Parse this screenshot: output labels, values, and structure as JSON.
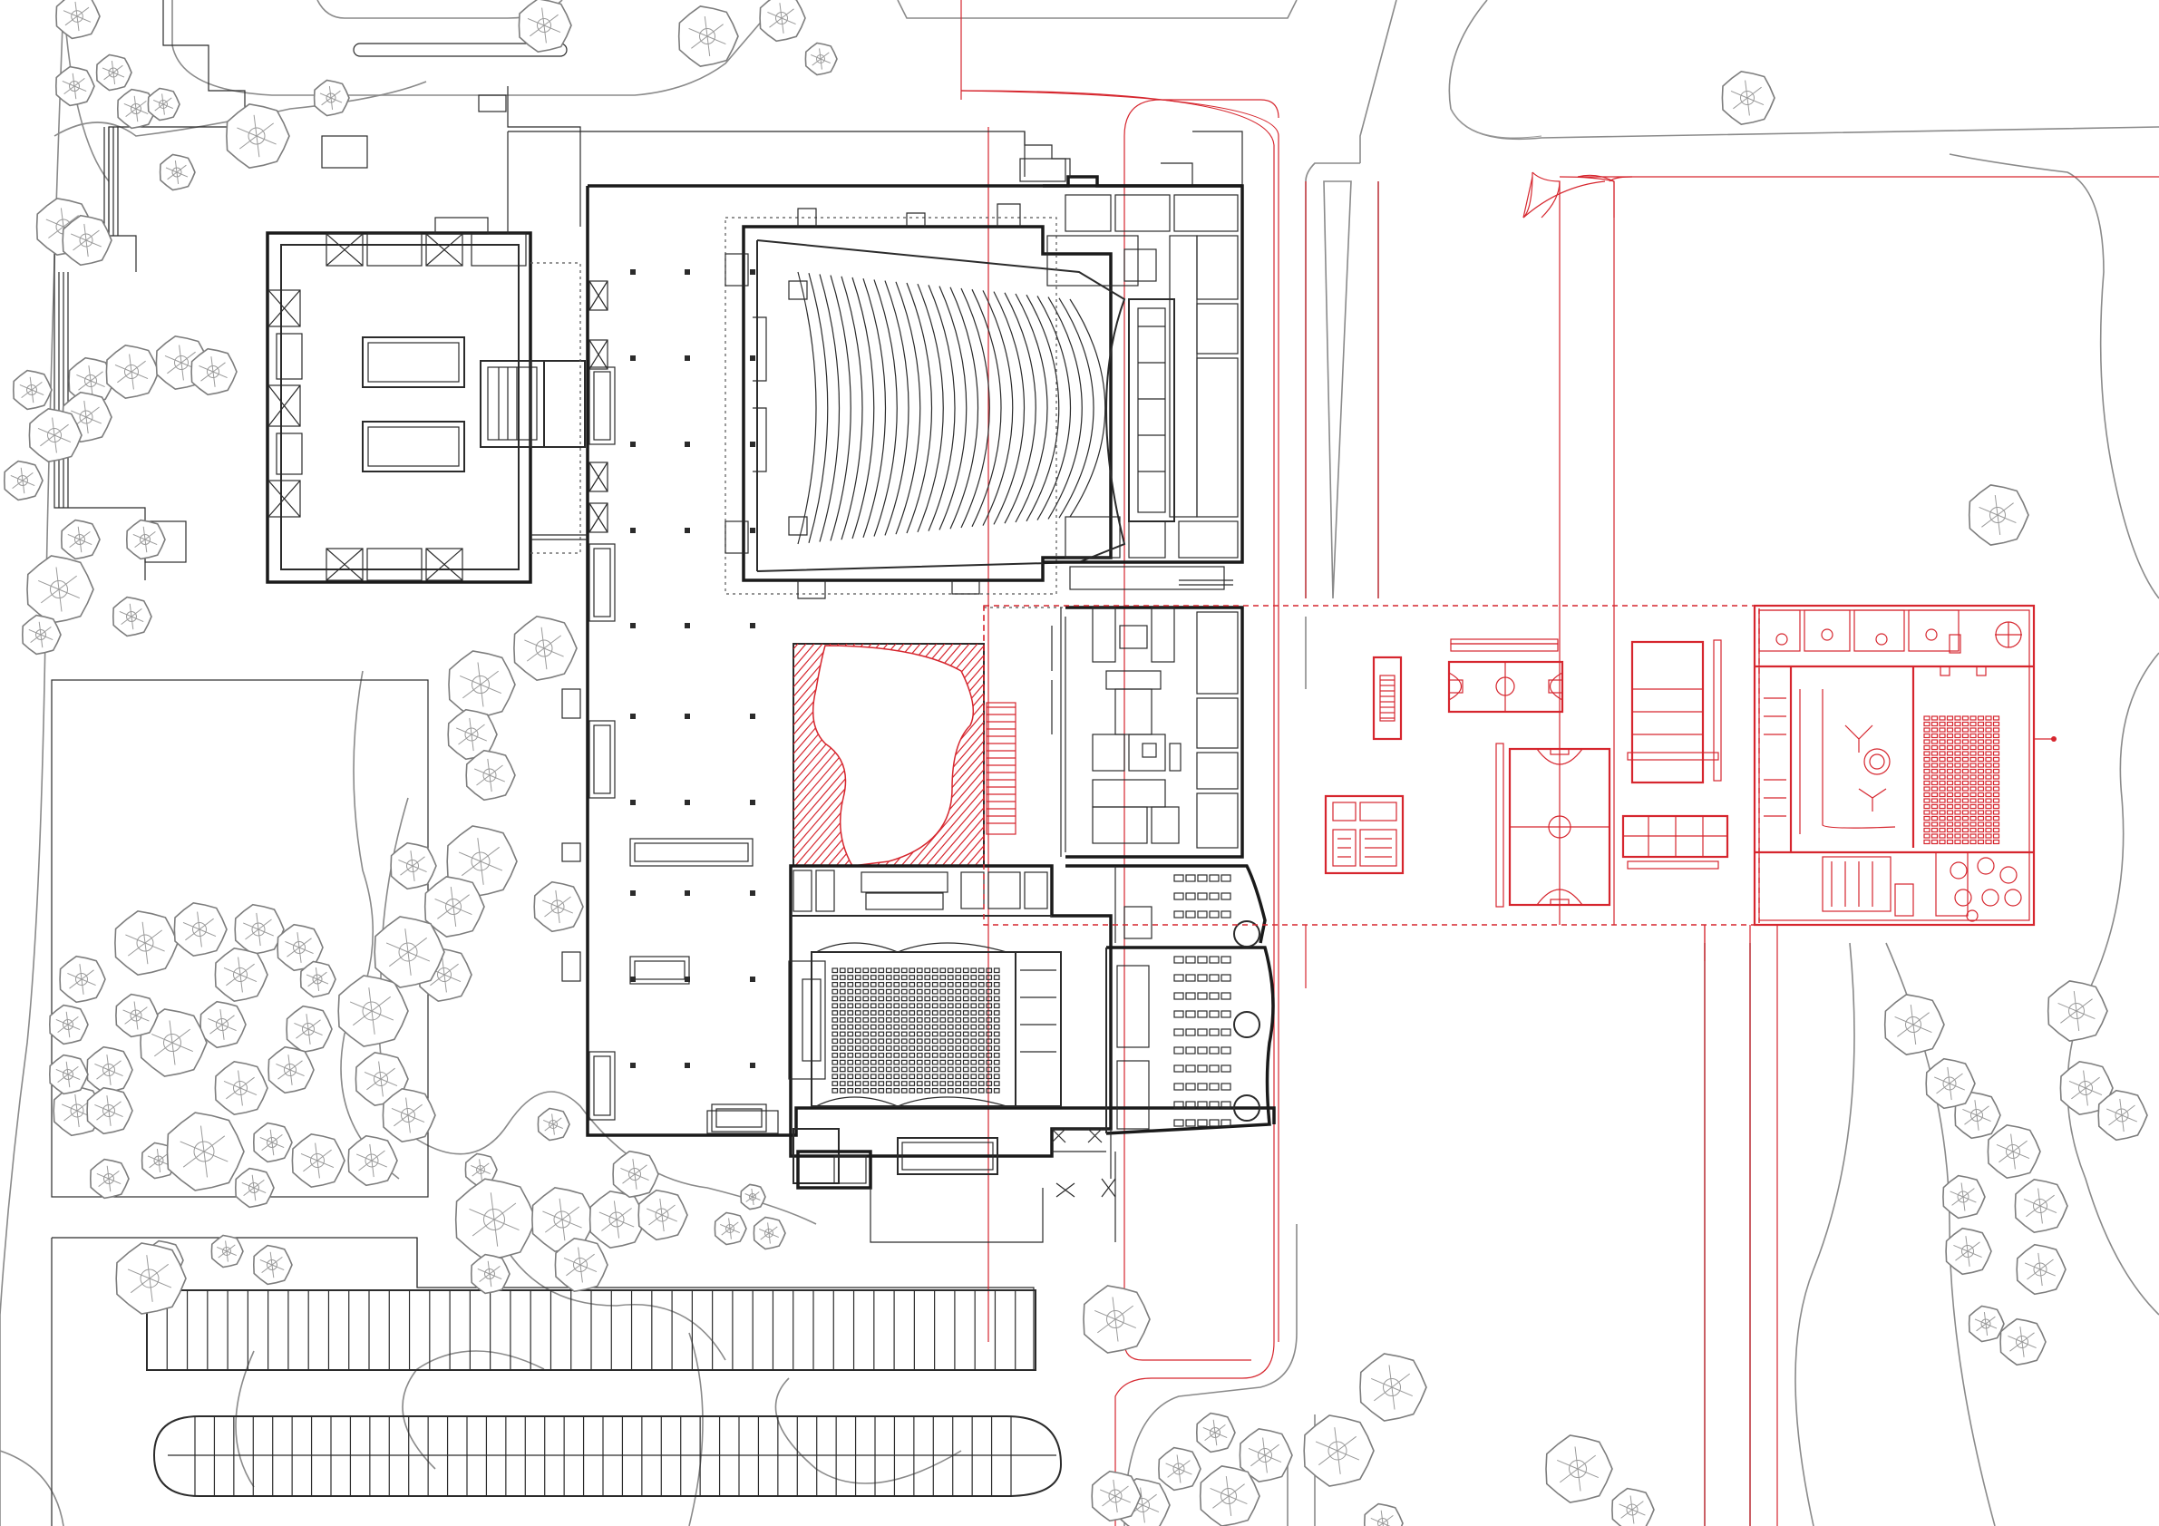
{
  "drawing": {
    "kind": "site plan",
    "colors": {
      "existing": "#2b2b2b",
      "proposed": "#d6262e",
      "landscape": "#8a8a8a",
      "background": "#ffffff"
    },
    "zones": [
      {
        "id": "existing-courtyard-building",
        "style": "existing"
      },
      {
        "id": "existing-hall",
        "style": "existing"
      },
      {
        "id": "auditorium",
        "style": "existing",
        "seat_rows": 26
      },
      {
        "id": "small-theatre",
        "style": "existing"
      },
      {
        "id": "classroom-wing",
        "style": "existing"
      },
      {
        "id": "red-garden-court",
        "style": "proposed"
      },
      {
        "id": "sports-fields",
        "style": "proposed",
        "fields": [
          "basketball-court",
          "futsal-pitch",
          "volleyball-court",
          "tennis-court"
        ]
      },
      {
        "id": "new-pavilion",
        "style": "proposed"
      },
      {
        "id": "parking-north",
        "style": "existing",
        "stalls": 44
      },
      {
        "id": "parking-south",
        "style": "existing",
        "stalls": 42
      },
      {
        "id": "wooded-area",
        "style": "landscape"
      }
    ]
  }
}
